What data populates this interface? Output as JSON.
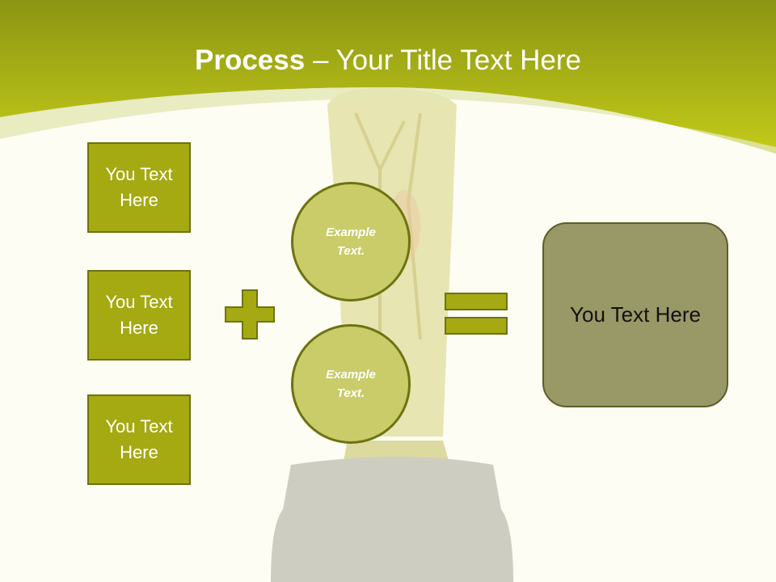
{
  "slide": {
    "title_bold": "Process",
    "title_rest": " – Your Title Text Here"
  },
  "inputs": [
    {
      "label": "You Text Here"
    },
    {
      "label": "You Text Here"
    },
    {
      "label": "You Text Here"
    }
  ],
  "circles": [
    {
      "label": "Example Text."
    },
    {
      "label": "Example Text."
    }
  ],
  "result": {
    "label": "You Text Here"
  },
  "colors": {
    "header_green": "#b4bd12",
    "box_fill": "#a5aa12",
    "circle_fill": "#c9cc68",
    "result_fill": "#999867",
    "background": "#fdfdf4"
  }
}
